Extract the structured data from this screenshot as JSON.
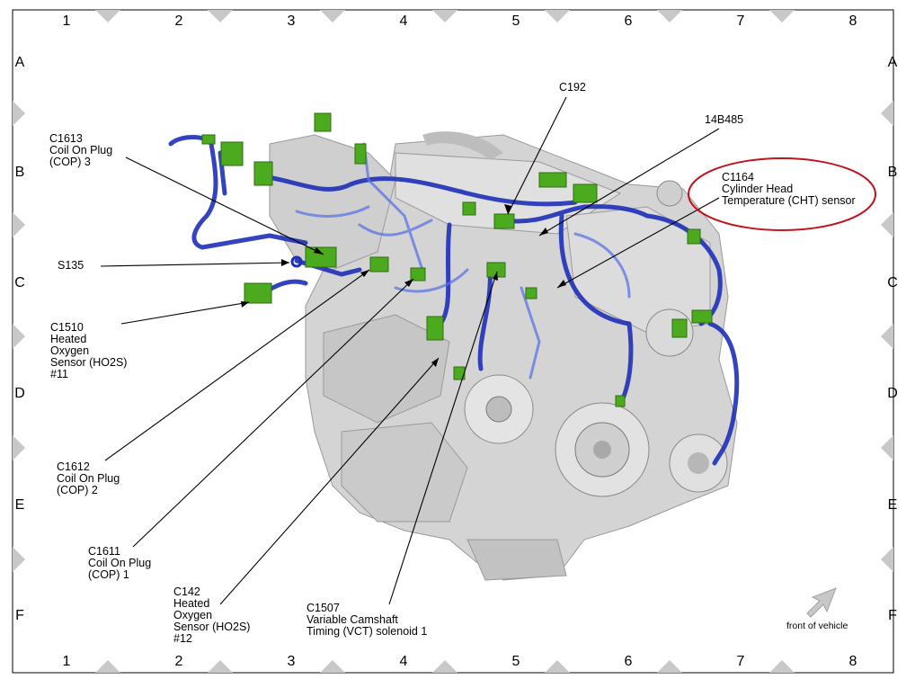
{
  "grid": {
    "columns": [
      "1",
      "2",
      "3",
      "4",
      "5",
      "6",
      "7",
      "8"
    ],
    "rows": [
      "A",
      "B",
      "C",
      "D",
      "E",
      "F"
    ]
  },
  "callouts": [
    {
      "id": "c192",
      "lines": [
        "C192"
      ]
    },
    {
      "id": "14b485",
      "lines": [
        "14B485"
      ]
    },
    {
      "id": "c1164",
      "lines": [
        "C1164",
        "Cylinder Head",
        "Temperature (CHT) sensor"
      ],
      "highlighted": true
    },
    {
      "id": "c1613",
      "lines": [
        "C1613",
        "Coil On Plug",
        "(COP) 3"
      ]
    },
    {
      "id": "s135",
      "lines": [
        "S135"
      ]
    },
    {
      "id": "c1510",
      "lines": [
        "C1510",
        "Heated",
        "Oxygen",
        "Sensor (HO2S)",
        "#11"
      ]
    },
    {
      "id": "c1612",
      "lines": [
        "C1612",
        "Coil On Plug",
        "(COP) 2"
      ]
    },
    {
      "id": "c1611",
      "lines": [
        "C1611",
        "Coil On Plug",
        "(COP) 1"
      ]
    },
    {
      "id": "c142",
      "lines": [
        "C142",
        "Heated",
        "Oxygen",
        "Sensor (HO2S)",
        "#12"
      ]
    },
    {
      "id": "c1507",
      "lines": [
        "C1507",
        "Variable Camshaft",
        "Timing (VCT) solenoid 1"
      ]
    }
  ],
  "orientation": {
    "caption": "front of vehicle"
  },
  "colors": {
    "harness": "#1f2fb8",
    "connector": "#4caa1e",
    "highlight": "#c0141c",
    "engine": "#c9c9c9",
    "frame_triangle": "#c8c8c8"
  }
}
